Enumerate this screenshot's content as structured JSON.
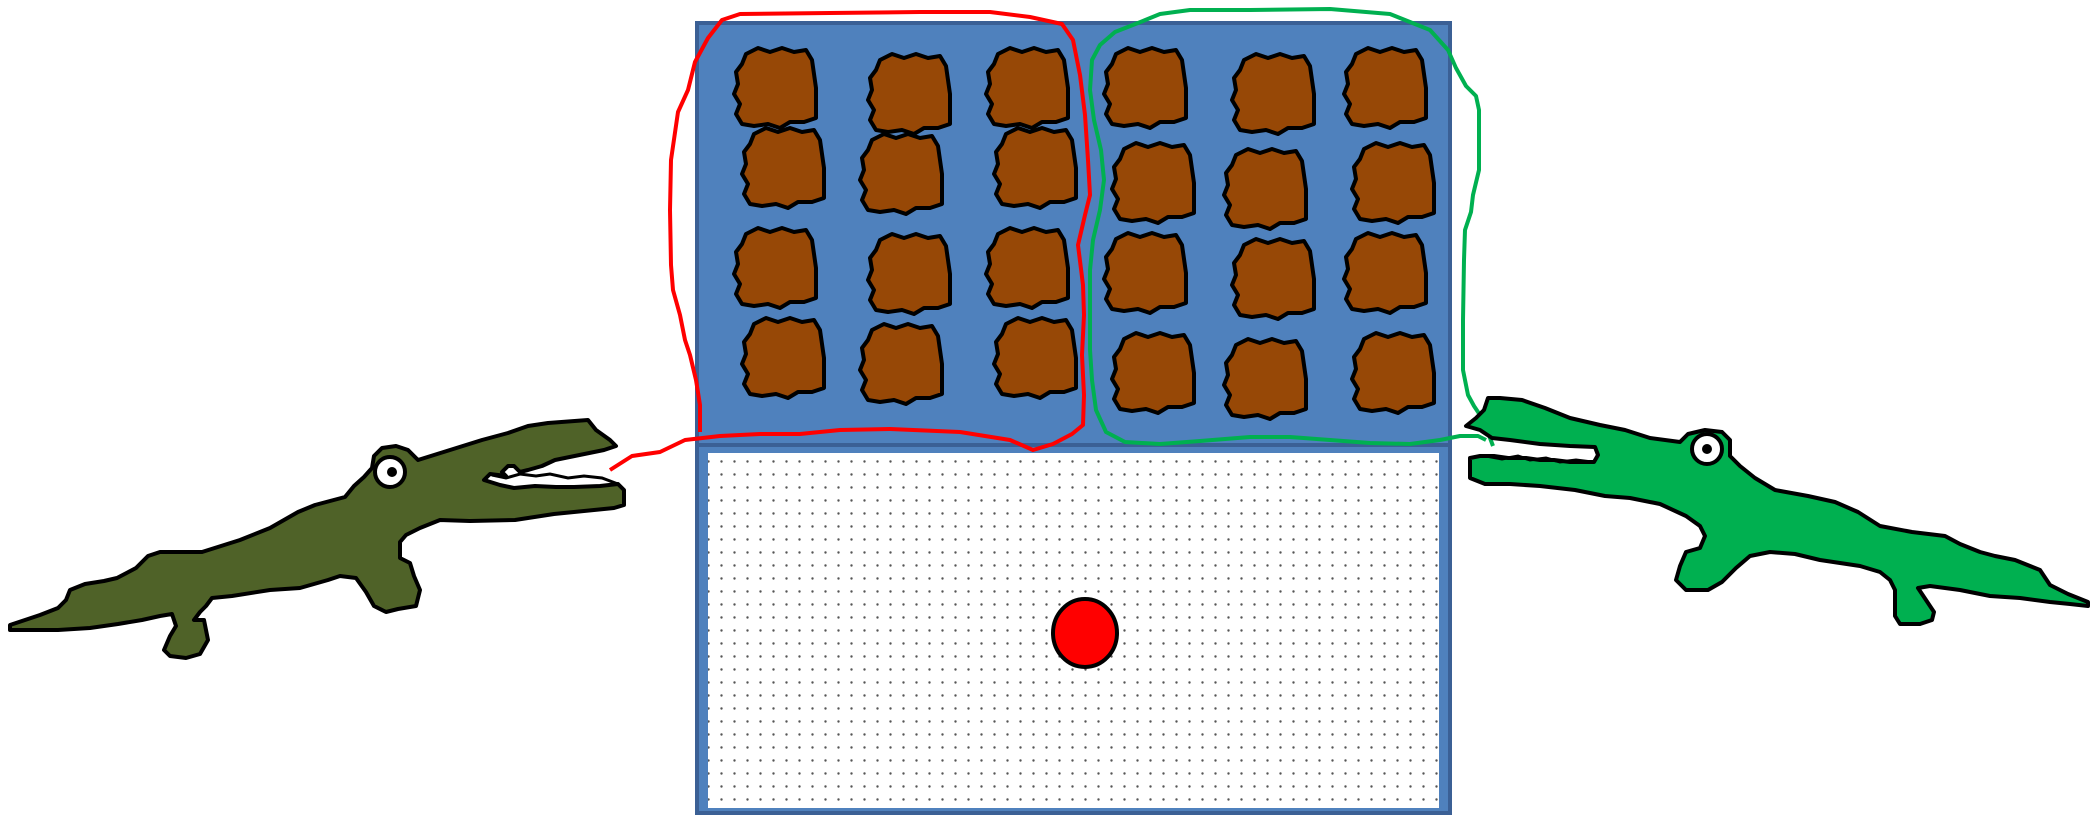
{
  "colors": {
    "background": "#ffffff",
    "panel_fill": "#4f81bd",
    "panel_border": "#3b6095",
    "cookie_fill": "#974806",
    "outline": "#000000",
    "left_group_outline": "#ff0000",
    "right_group_outline": "#00b050",
    "left_alligator_fill": "#4f6228",
    "right_alligator_fill": "#00b050",
    "dot_pattern": "#555555",
    "center_dot": "#ff0000"
  },
  "groups": {
    "left": {
      "cookie_count": 12,
      "rows": 4,
      "columns": 3
    },
    "right": {
      "cookie_count": 12,
      "rows": 4,
      "columns": 3
    }
  },
  "icons": {
    "left_alligator": "alligator-icon",
    "right_alligator": "alligator-icon",
    "cookie": "cookie-icon",
    "center_marker": "red-dot-icon"
  }
}
